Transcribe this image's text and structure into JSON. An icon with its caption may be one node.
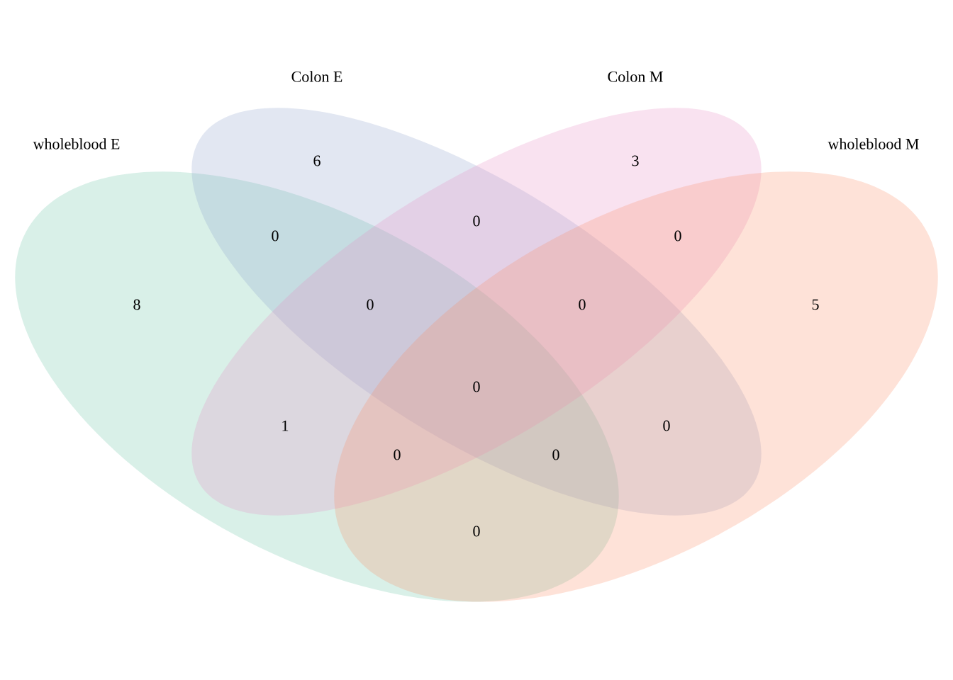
{
  "diagram": {
    "nodes": [
      {
        "text": [
          "wholeblood E"
        ]
      },
      {
        "text": [
          "Colon E"
        ]
      },
      {
        "text": [
          "Colon M"
        ]
      },
      {
        "text": [
          "wholeblood M"
        ]
      }
    ],
    "labels": [
      "6",
      "3",
      "0",
      "0",
      "0",
      "8",
      "0",
      "0",
      "5",
      "0",
      "1",
      "0",
      "0",
      "0",
      "0"
    ]
  }
}
